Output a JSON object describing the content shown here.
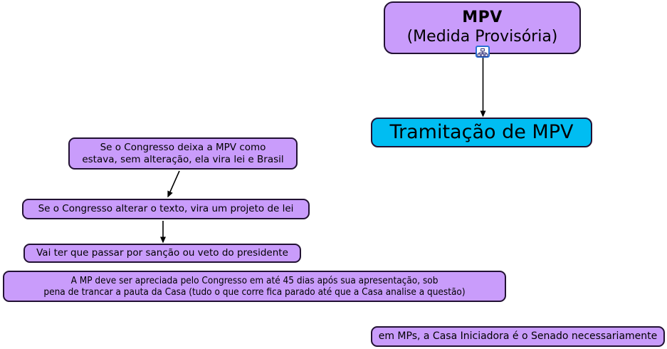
{
  "diagram": {
    "title": "Tramitação de MPV (Medida Provisória)",
    "type": "flowchart",
    "background_color": "#ffffff",
    "palette": {
      "node_purple": "#c99cfb",
      "node_cyan": "#00bdf2",
      "node_border": "#221133",
      "edge": "#000000",
      "icon_border": "#2a6fd4"
    }
  },
  "nodes": {
    "mpv": {
      "title": "MPV",
      "subtitle": "(Medida Provisória)",
      "color": "#c99cfb"
    },
    "tramitacao": {
      "label": "Tramitação de MPV",
      "color": "#00bdf2"
    },
    "deixa": {
      "label": "Se o Congresso deixa a MPV como\nestava, sem alteração, ela vira lei e Brasil",
      "color": "#c99cfb"
    },
    "alterar": {
      "label": "Se o Congresso alterar o texto, vira um projeto de lei",
      "color": "#c99cfb"
    },
    "sancao": {
      "label": "Vai ter que passar por sanção ou veto do presidente",
      "color": "#c99cfb"
    },
    "prazo45": {
      "label": "A MP deve ser apreciada pelo Congresso em até 45 dias após sua apresentação, sob\npena de trancar a pauta da Casa (tudo o que corre fica parado até que a Casa analise a questão)",
      "color": "#c99cfb"
    },
    "senado": {
      "label": "em MPs, a Casa Iniciadora é o Senado necessariamente",
      "color": "#c99cfb"
    }
  },
  "icons": {
    "subtree": {
      "name": "subtree-icon",
      "tooltip": "MPV"
    }
  },
  "edges": [
    {
      "from": "mpv",
      "to": "tramitacao",
      "style": "arrow"
    },
    {
      "from": "deixa",
      "to": "alterar",
      "style": "arrow"
    },
    {
      "from": "alterar",
      "to": "sancao",
      "style": "arrow"
    }
  ]
}
